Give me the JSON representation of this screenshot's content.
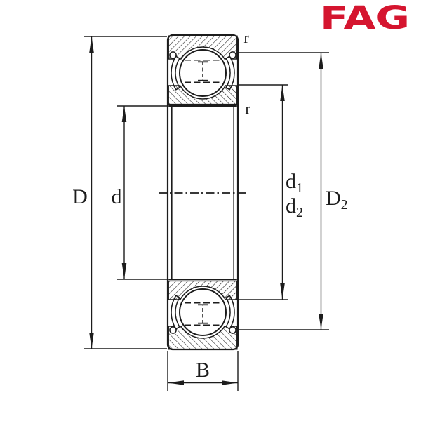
{
  "brand": {
    "name": "FAG",
    "color": "#d5152f"
  },
  "figure": {
    "kind": "bearing-cross-section-drawing",
    "line_color": "#1c1c1c",
    "background_color": "#ffffff",
    "dimensions": {
      "outer_diameter": "D",
      "bore_diameter": "d",
      "d1": {
        "base": "d",
        "sub": "1"
      },
      "d2": {
        "base": "d",
        "sub": "2"
      },
      "D2": {
        "base": "D",
        "sub": "2"
      },
      "width": "B",
      "r_outer": "r",
      "r_inner": "r"
    }
  }
}
